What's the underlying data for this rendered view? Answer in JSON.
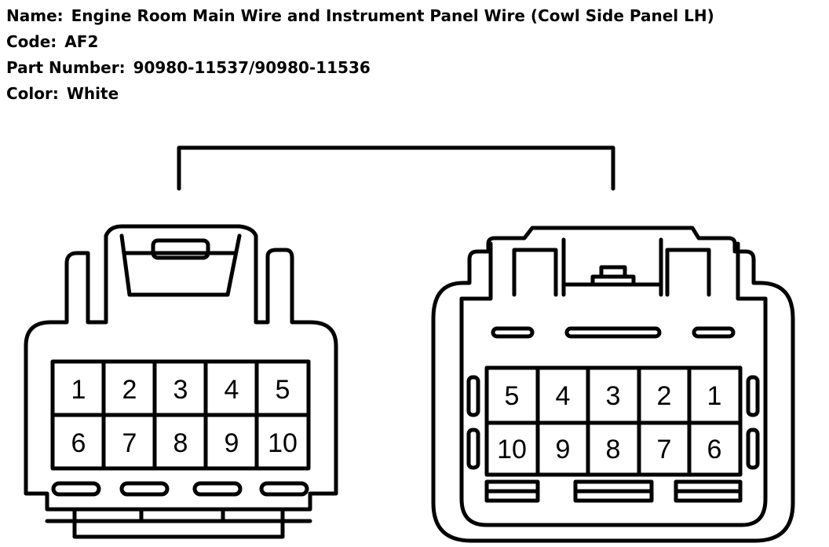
{
  "header": {
    "name_label": "Name:",
    "name_value": "Engine Room Main Wire and Instrument Panel Wire (Cowl Side Panel LH)",
    "code_label": "Code:",
    "code_value": "AF2",
    "part_label": "Part Number:",
    "part_value": "90980-11537/90980-11536",
    "color_label": "Color:",
    "color_value": "White"
  },
  "connectors": {
    "left": {
      "pins_row1": [
        "1",
        "2",
        "3",
        "4",
        "5"
      ],
      "pins_row2": [
        "6",
        "7",
        "8",
        "9",
        "10"
      ]
    },
    "right": {
      "pins_row1": [
        "5",
        "4",
        "3",
        "2",
        "1"
      ],
      "pins_row2": [
        "10",
        "9",
        "8",
        "7",
        "6"
      ]
    }
  },
  "colors": {
    "line": "#000000",
    "background": "#ffffff"
  }
}
